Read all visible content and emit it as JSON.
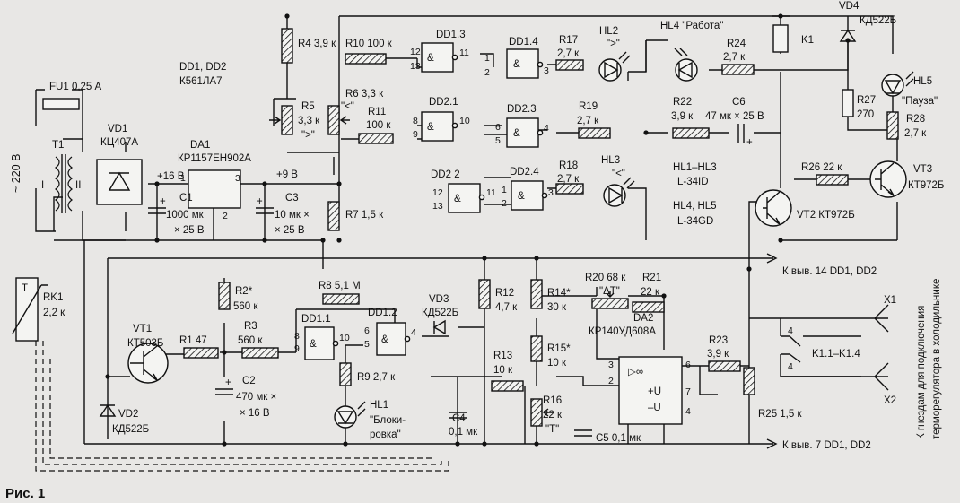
{
  "figure": {
    "caption": "Рис. 1"
  },
  "mains": {
    "voltage": "~ 220 В"
  },
  "fuse": {
    "name": "FU1",
    "value": "0,25 А"
  },
  "transformer": {
    "name": "T1",
    "primary": "I",
    "secondary": "II"
  },
  "bridge": {
    "name": "VD1",
    "part": "КЦ407А"
  },
  "logic_ics": {
    "names": "DD1, DD2",
    "part": "К561ЛА7"
  },
  "regulator": {
    "name": "DA1",
    "part": "КР1157ЕН902А"
  },
  "rails": {
    "v16": "+16 В",
    "v9": "+9 В"
  },
  "pins": {
    "p1": "1",
    "p2": "2",
    "p3": "3",
    "p4": "4",
    "p5": "5",
    "p6": "6",
    "p7": "7",
    "p8": "8",
    "p9": "9",
    "p10": "10",
    "p11": "11",
    "p12": "12",
    "p13": "13"
  },
  "c1": {
    "name": "C1",
    "value": "1000 мк",
    "rating": "× 25 В"
  },
  "c3": {
    "name": "C3",
    "value": "10 мк ×",
    "rating": "× 25 В"
  },
  "r4": {
    "label": "R4 3,9 к"
  },
  "r5": {
    "name": "R5",
    "value": "3,3 к",
    "mark": "\">\""
  },
  "r6": {
    "label": "R6 3,3 к",
    "mark": "\"<\""
  },
  "r7": {
    "label": "R7 1,5 к"
  },
  "r10": {
    "label": "R10 100 к"
  },
  "r11": {
    "name": "R11",
    "value": "100 к"
  },
  "dd13": {
    "name": "DD1.3"
  },
  "dd14": {
    "name": "DD1.4"
  },
  "dd21": {
    "name": "DD2.1"
  },
  "dd22": {
    "name": "DD2 2"
  },
  "dd23": {
    "name": "DD2.3"
  },
  "dd24": {
    "name": "DD2.4"
  },
  "r17": {
    "name": "R17",
    "value": "2,7 к"
  },
  "r18": {
    "name": "R18",
    "value": "2,7 к"
  },
  "r19": {
    "name": "R19",
    "value": "2,7 к"
  },
  "hl2": {
    "name": "HL2",
    "mark": "\">\""
  },
  "hl3": {
    "name": "HL3",
    "mark": "\"<\""
  },
  "hl4": {
    "label": "HL4 \"Работа\""
  },
  "r24": {
    "name": "R24",
    "value": "2,7 к"
  },
  "k1": {
    "name": "K1"
  },
  "vd4": {
    "name": "VD4",
    "part": "КД522Б"
  },
  "hl5": {
    "name": "HL5",
    "mark": "\"Пауза\""
  },
  "r27": {
    "name": "R27",
    "value": "270"
  },
  "r28": {
    "name": "R28",
    "value": "2,7 к"
  },
  "r22": {
    "name": "R22",
    "value": "3,9 к"
  },
  "c6": {
    "name": "C6",
    "value": "47 мк × 25 В"
  },
  "led_types": {
    "hl13": "HL1–HL3",
    "l34id": "L-34ID",
    "hl45": "HL4, HL5",
    "l34gd": "L-34GD"
  },
  "r26": {
    "label": "R26  22 к"
  },
  "vt3": {
    "name": "VT3",
    "part": "КТ972Б"
  },
  "vt2": {
    "label": "VT2 КТ972Б"
  },
  "rk1": {
    "name": "RK1",
    "value": "2,2 к",
    "mark": "T"
  },
  "r2": {
    "name": "R2*",
    "value": "560 к"
  },
  "r3": {
    "name": "R3",
    "value": "560 к"
  },
  "r8": {
    "label": "R8  5,1 М"
  },
  "dd11": {
    "name": "DD1.1"
  },
  "dd12": {
    "name": "DD1.2"
  },
  "vd3": {
    "name": "VD3",
    "part": "КД522Б"
  },
  "r12": {
    "name": "R12",
    "value": "4,7 к"
  },
  "r14": {
    "name": "R14*",
    "value": "30 к"
  },
  "r20": {
    "label": "R20 68 к",
    "mark": "\"ΔT\""
  },
  "r21": {
    "name": "R21",
    "value": "22 к"
  },
  "vt1": {
    "name": "VT1",
    "part": "КТ503Б"
  },
  "r1": {
    "label": "R1  47"
  },
  "c2": {
    "name": "C2",
    "value": "470 мк ×",
    "rating": "× 16 В"
  },
  "r9": {
    "label": "R9  2,7 к"
  },
  "hl1": {
    "name": "HL1",
    "mark1": "\"Блоки-",
    "mark2": "ровка\""
  },
  "vd2": {
    "name": "VD2",
    "part": "КД522Б"
  },
  "c4": {
    "name": "C4",
    "value": "0,1 мк"
  },
  "r13": {
    "name": "R13",
    "value": "10 к"
  },
  "r15": {
    "name": "R15*",
    "value": "10 к"
  },
  "r16": {
    "name": "R16",
    "value": "22 к",
    "mark": "\"T\""
  },
  "c5": {
    "label": "C5  0,1 мк"
  },
  "da2": {
    "name": "DA2",
    "part": "КР140УД608А",
    "sym": "▷∞",
    "plus": "+U",
    "minus": "–U"
  },
  "r23": {
    "name": "R23",
    "value": "3,9 к"
  },
  "r25": {
    "label": "R25  1,5 к"
  },
  "k1contacts": {
    "label": "K1.1–K1.4"
  },
  "x1": {
    "name": "X1"
  },
  "x2": {
    "name": "X2"
  },
  "ext": {
    "pin14": "К выв. 14 DD1, DD2",
    "pin7": "К выв. 7 DD1, DD2"
  },
  "side_note": {
    "line1": "К гнездам для подключения",
    "line2": "терморегулятора в холодильнике"
  }
}
